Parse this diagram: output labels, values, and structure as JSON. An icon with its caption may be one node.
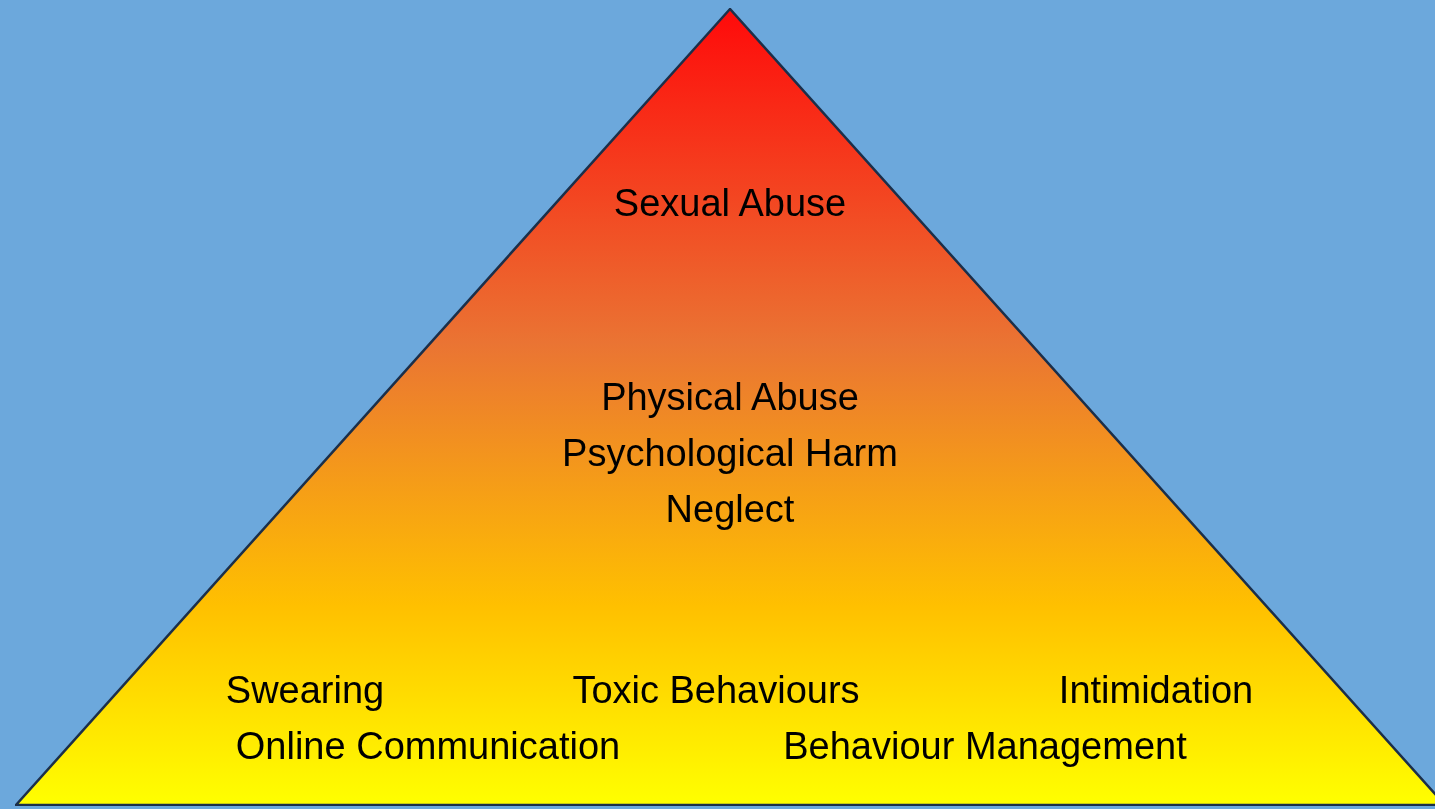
{
  "diagram": {
    "nodes": [
      {
        "text": [
          "Sexual Abuse",
          "Physical Abuse",
          "Psychological Harm",
          "Neglect",
          "Swearing",
          "Toxic Behaviours",
          "Intimidation",
          "Online Communication",
          "Behaviour Management"
        ]
      }
    ]
  }
}
